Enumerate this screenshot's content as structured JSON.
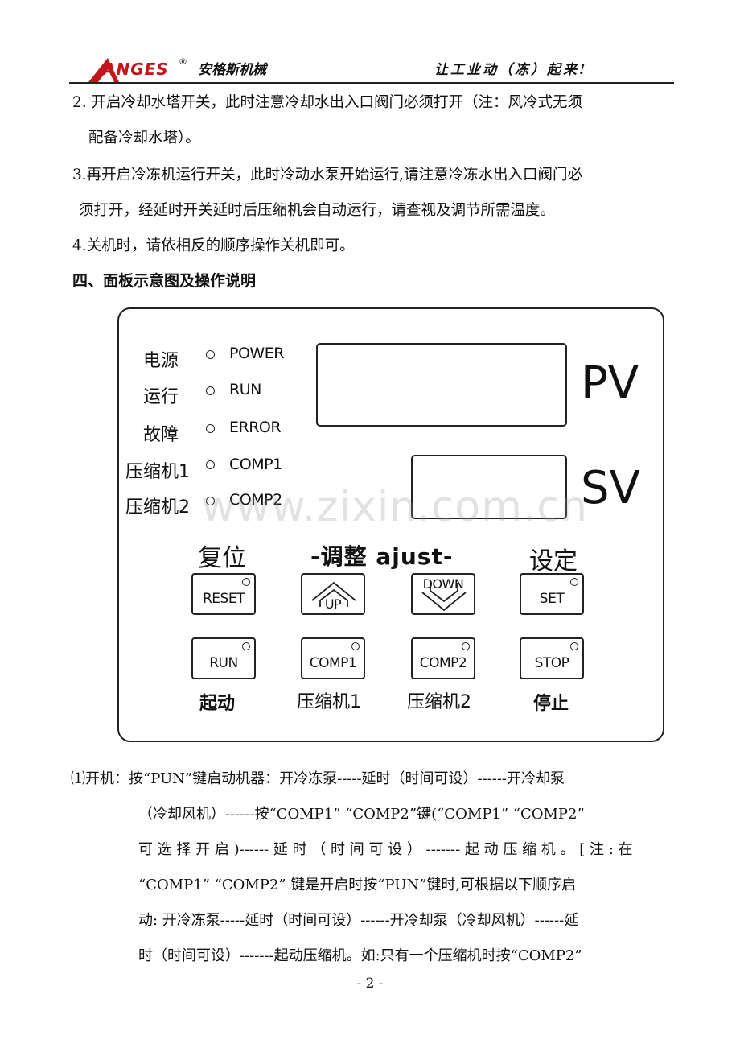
{
  "header": {
    "logo_text": "ANGES",
    "logo_reg": "®",
    "company": "安格斯机械",
    "slogan": "让工业动（冻）起来!"
  },
  "steps": [
    {
      "line1": "2. 开启冷却水塔开关，此时注意冷却水出入口阀门必须打开（注：风冷式无须",
      "line2": "配备冷却水塔）。"
    },
    {
      "line1": "3.再开启冷冻机运行开关，此时冷动水泵开始运行,请注意冷冻水出入口阀门必",
      "line2": "须打开，经延时开关延时后压缩机会自动运行，请查视及调节所需温度。"
    },
    {
      "line1": "4.关机时，请依相反的顺序操作关机即可。"
    }
  ],
  "section_title": "四、面板示意图及操作说明",
  "panel": {
    "indicators": [
      {
        "cn": "电源",
        "en": "POWER"
      },
      {
        "cn": "运行",
        "en": "RUN"
      },
      {
        "cn": "故障",
        "en": "ERROR"
      },
      {
        "cn": "压缩机1",
        "en": "COMP1"
      },
      {
        "cn": "压缩机2",
        "en": "COMP2"
      }
    ],
    "pv_label": "PV",
    "sv_label": "SV",
    "top_labels": {
      "reset": "复位",
      "adjust": "-调整 ajust-",
      "set": "设定"
    },
    "keys_row1": [
      {
        "label": "RESET"
      },
      {
        "label": "UP"
      },
      {
        "label": "DOWN"
      },
      {
        "label": "SET"
      }
    ],
    "keys_row2": [
      {
        "label": "RUN",
        "caption": "起动"
      },
      {
        "label": "COMP1",
        "caption": "压缩机1"
      },
      {
        "label": "COMP2",
        "caption": "压缩机2"
      },
      {
        "label": "STOP",
        "caption": "停止"
      }
    ]
  },
  "watermark": "www.zixin.com.cn",
  "instructions": {
    "first_line": "⑴开机：按“PUN”键启动机器：开冷冻泵-----延时（时间可设）------开冷却泵",
    "lines": [
      "（冷却风机）------按“COMP1” “COMP2”键(“COMP1” “COMP2”",
      "可 选 择 开 启 )------ 延 时 （ 时 间 可 设 ） ------- 起 动 压 缩 机 。 [ 注 : 在",
      "“COMP1” “COMP2” 键是开启时按“PUN”键时,可根据以下顺序启",
      "动: 开冷冻泵-----延时（时间可设）------开冷却泵（冷却风机）------延",
      "时（时间可设）-------起动压缩机。如:只有一个压缩机时按“COMP2”"
    ]
  },
  "page_number": "- 2 -"
}
